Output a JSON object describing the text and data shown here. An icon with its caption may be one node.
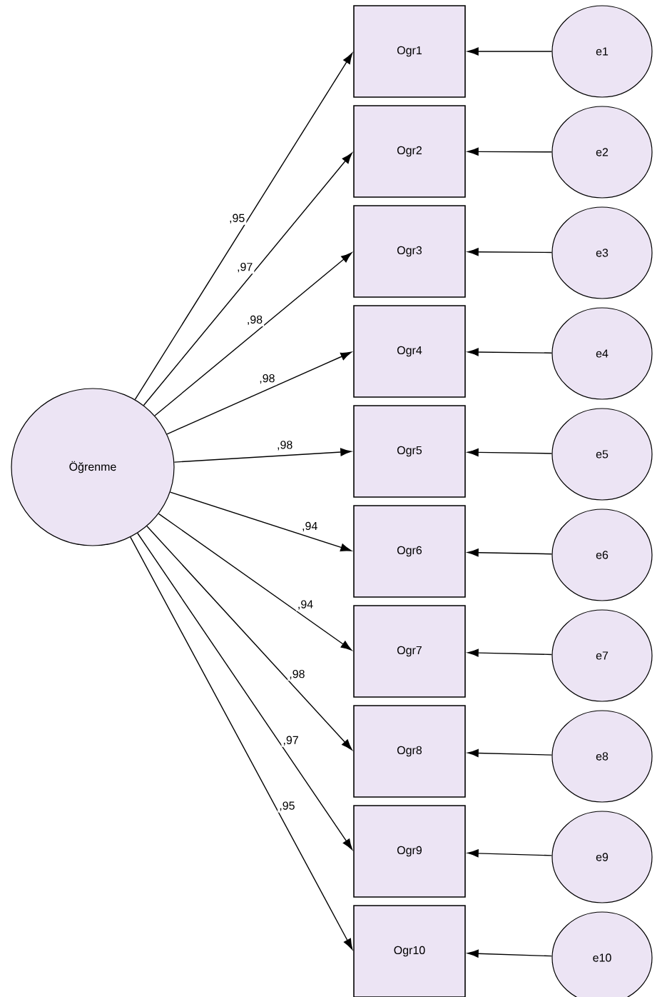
{
  "diagram": {
    "nodes": [
      {
        "text": [
          "Öğrenme"
        ]
      },
      {
        "text": [
          "Ogr1"
        ]
      },
      {
        "text": [
          "Ogr2"
        ]
      },
      {
        "text": [
          "Ogr3"
        ]
      },
      {
        "text": [
          "Ogr4"
        ]
      },
      {
        "text": [
          "Ogr5"
        ]
      },
      {
        "text": [
          "Ogr6"
        ]
      },
      {
        "text": [
          "Ogr7"
        ]
      },
      {
        "text": [
          "Ogr8"
        ]
      },
      {
        "text": [
          "Ogr9"
        ]
      },
      {
        "text": [
          "Ogr10"
        ]
      },
      {
        "text": [
          "e1"
        ]
      },
      {
        "text": [
          "e2"
        ]
      },
      {
        "text": [
          "e3"
        ]
      },
      {
        "text": [
          "e4"
        ]
      },
      {
        "text": [
          "e5"
        ]
      },
      {
        "text": [
          "e6"
        ]
      },
      {
        "text": [
          "e7"
        ]
      },
      {
        "text": [
          "e8"
        ]
      },
      {
        "text": [
          "e9"
        ]
      },
      {
        "text": [
          "e10"
        ]
      }
    ],
    "edges": [
      {
        "from": 0,
        "to": 1,
        "arrow": "to",
        "label": ",95"
      },
      {
        "from": 0,
        "to": 2,
        "arrow": "to",
        "label": ",97"
      },
      {
        "from": 0,
        "to": 3,
        "arrow": "to",
        "label": ",98"
      },
      {
        "from": 0,
        "to": 4,
        "arrow": "to",
        "label": ",98"
      },
      {
        "from": 0,
        "to": 5,
        "arrow": "to",
        "label": ",98"
      },
      {
        "from": 0,
        "to": 6,
        "arrow": "to",
        "label": ",94"
      },
      {
        "from": 0,
        "to": 7,
        "arrow": "to",
        "label": ",94"
      },
      {
        "from": 0,
        "to": 8,
        "arrow": "to",
        "label": ",98"
      },
      {
        "from": 0,
        "to": 9,
        "arrow": "to",
        "label": ",97"
      },
      {
        "from": 0,
        "to": 10,
        "arrow": "to",
        "label": ",95"
      },
      {
        "from": 11,
        "to": 1,
        "arrow": "to"
      },
      {
        "from": 12,
        "to": 2,
        "arrow": "to"
      },
      {
        "from": 13,
        "to": 3,
        "arrow": "to"
      },
      {
        "from": 14,
        "to": 4,
        "arrow": "to"
      },
      {
        "from": 15,
        "to": 5,
        "arrow": "to"
      },
      {
        "from": 16,
        "to": 6,
        "arrow": "to"
      },
      {
        "from": 17,
        "to": 7,
        "arrow": "to"
      },
      {
        "from": 18,
        "to": 8,
        "arrow": "to"
      },
      {
        "from": 19,
        "to": 9,
        "arrow": "to"
      },
      {
        "from": 20,
        "to": 10,
        "arrow": "to"
      }
    ]
  }
}
